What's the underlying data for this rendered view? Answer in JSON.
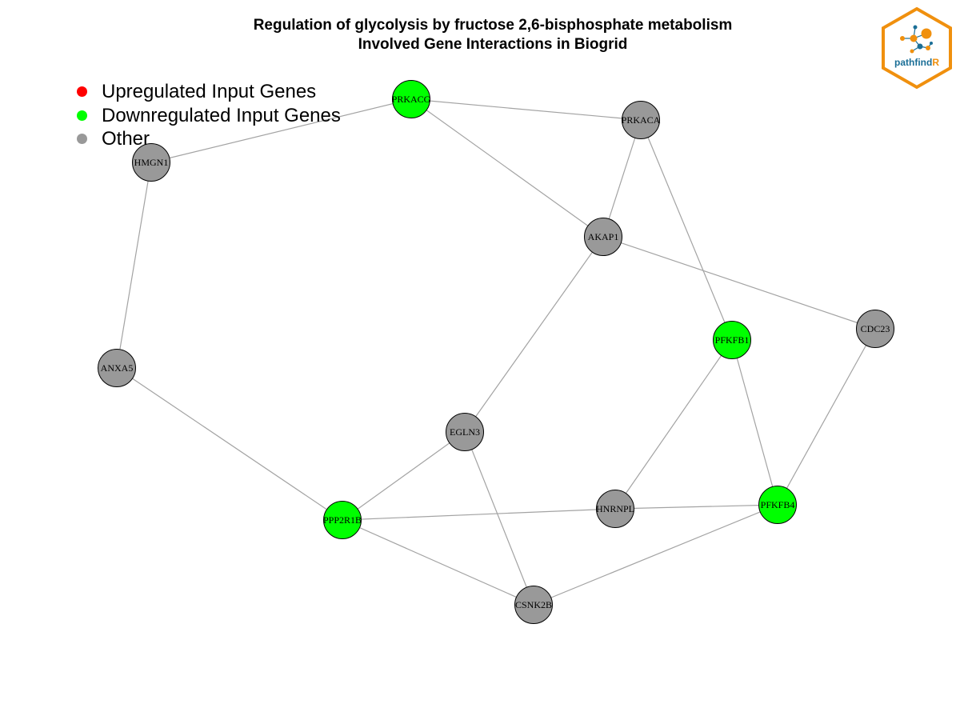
{
  "title": {
    "line1": "Regulation of glycolysis by fructose 2,6-bisphosphate metabolism",
    "line2": "Involved Gene Interactions in Biogrid"
  },
  "legend": [
    {
      "label": "Upregulated Input Genes",
      "color": "#ff0000"
    },
    {
      "label": "Downregulated Input Genes",
      "color": "#00ff00"
    },
    {
      "label": "Other",
      "color": "#999999"
    }
  ],
  "colors": {
    "upregulated": "#ff0000",
    "downregulated": "#00ff00",
    "other": "#999999",
    "edge": "#a3a3a3",
    "logo_orange": "#f0900e",
    "logo_blue": "#1a6e96"
  },
  "logo": {
    "text_main": "pathfind",
    "text_accent": "R"
  },
  "nodes": [
    {
      "id": "PRKACG",
      "group": "downregulated"
    },
    {
      "id": "PRKACA",
      "group": "other"
    },
    {
      "id": "HMGN1",
      "group": "other"
    },
    {
      "id": "AKAP1",
      "group": "other"
    },
    {
      "id": "CDC23",
      "group": "other"
    },
    {
      "id": "PFKFB1",
      "group": "downregulated"
    },
    {
      "id": "ANXA5",
      "group": "other"
    },
    {
      "id": "EGLN3",
      "group": "other"
    },
    {
      "id": "PPP2R1B",
      "group": "downregulated"
    },
    {
      "id": "HNRNPL",
      "group": "other"
    },
    {
      "id": "PFKFB4",
      "group": "downregulated"
    },
    {
      "id": "CSNK2B",
      "group": "other"
    }
  ],
  "edges": [
    [
      "PRKACG",
      "PRKACA"
    ],
    [
      "PRKACG",
      "HMGN1"
    ],
    [
      "PRKACG",
      "AKAP1"
    ],
    [
      "PRKACA",
      "AKAP1"
    ],
    [
      "PRKACA",
      "PFKFB1"
    ],
    [
      "HMGN1",
      "ANXA5"
    ],
    [
      "AKAP1",
      "CDC23"
    ],
    [
      "AKAP1",
      "EGLN3"
    ],
    [
      "ANXA5",
      "PPP2R1B"
    ],
    [
      "EGLN3",
      "PPP2R1B"
    ],
    [
      "EGLN3",
      "CSNK2B"
    ],
    [
      "PFKFB1",
      "HNRNPL"
    ],
    [
      "PFKFB1",
      "PFKFB4"
    ],
    [
      "CDC23",
      "PFKFB4"
    ],
    [
      "PPP2R1B",
      "HNRNPL"
    ],
    [
      "HNRNPL",
      "PFKFB4"
    ],
    [
      "PPP2R1B",
      "CSNK2B"
    ],
    [
      "PFKFB4",
      "CSNK2B"
    ]
  ]
}
